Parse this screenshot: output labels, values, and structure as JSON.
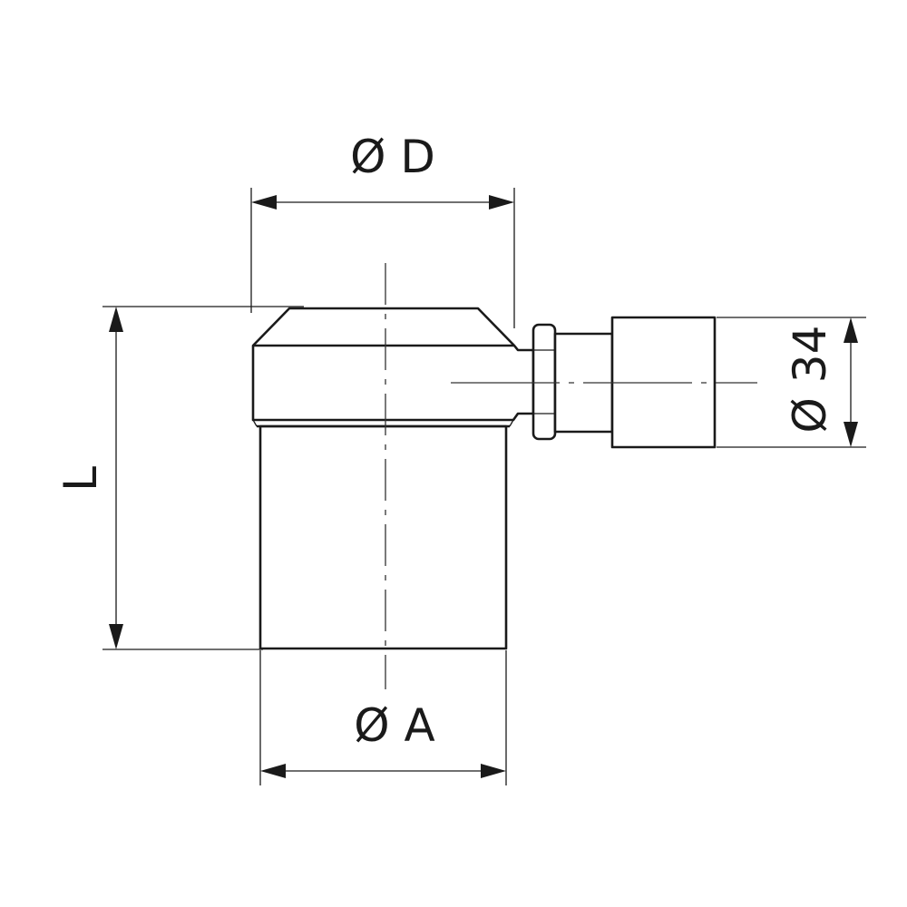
{
  "diagram": {
    "labels": {
      "diameter_d": "Ø D",
      "diameter_a": "Ø A",
      "length_l": "L",
      "diameter_34": "Ø 34"
    }
  }
}
